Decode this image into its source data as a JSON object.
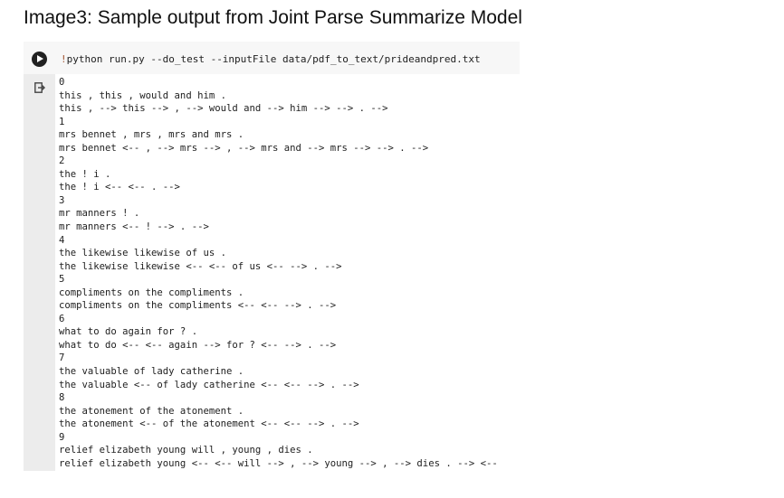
{
  "caption": "Image3: Sample output from Joint Parse Summarize Model",
  "cell": {
    "command_prefix": "!",
    "command": "python run.py --do_test --inputFile data/pdf_to_text/prideandpred.txt",
    "run_icon": "play-circle-icon",
    "output_icon": "output-arrow-icon"
  },
  "output_lines": [
    "0",
    "this , this , would and him .",
    "this , --> this --> , --> would and --> him --> --> . -->",
    "1",
    "mrs bennet , mrs , mrs and mrs .",
    "mrs bennet <-- , --> mrs --> , --> mrs and --> mrs --> --> . -->",
    "2",
    "the ! i .",
    "the ! i <-- <-- . -->",
    "3",
    "mr manners ! .",
    "mr manners <-- ! --> . -->",
    "4",
    "the likewise likewise of us .",
    "the likewise likewise <-- <-- of us <-- --> . -->",
    "5",
    "compliments on the compliments .",
    "compliments on the compliments <-- <-- --> . -->",
    "6",
    "what to do again for ? .",
    "what to do <-- <-- again --> for ? <-- --> . -->",
    "7",
    "the valuable of lady catherine .",
    "the valuable <-- of lady catherine <-- <-- --> . -->",
    "8",
    "the atonement of the atonement .",
    "the atonement <-- of the atonement <-- <-- --> . -->",
    "9",
    "relief elizabeth young will , young , dies .",
    "relief elizabeth young <-- <-- will --> , --> young --> , --> dies . --> <--"
  ]
}
